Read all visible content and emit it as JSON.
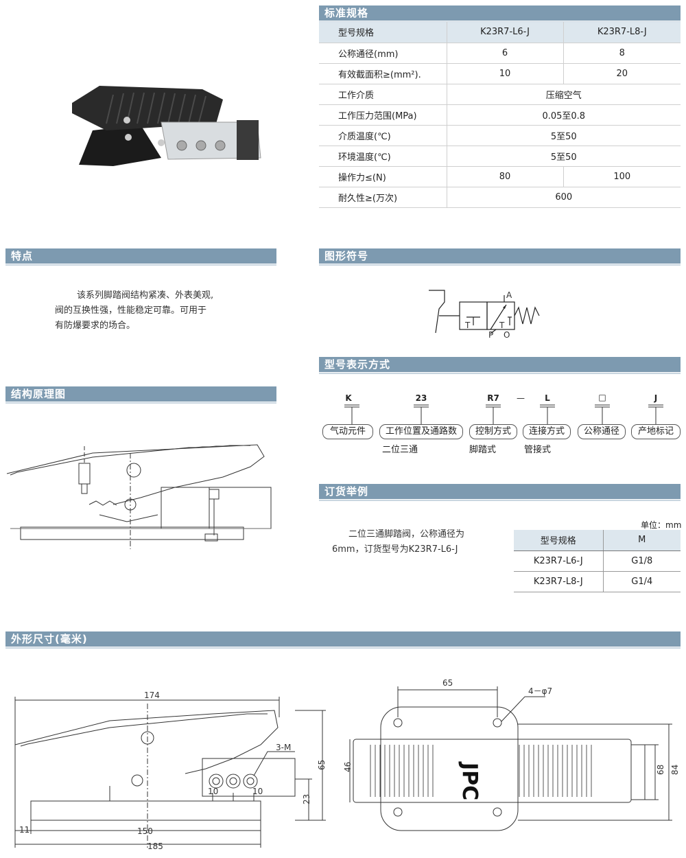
{
  "sections": {
    "spec": "标准规格",
    "features": "特点",
    "symbol": "图形符号",
    "structure": "结构原理图",
    "model_code": "型号表示方式",
    "ordering": "订货举例",
    "dimensions": "外形尺寸(毫米)"
  },
  "spec": {
    "header": {
      "label": "型号规格",
      "col1": "K23R7-L6-J",
      "col2": "K23R7-L8-J"
    },
    "rows": [
      {
        "label": "公称通径(mm)",
        "v1": "6",
        "v2": "8"
      },
      {
        "label": "有效截面积≥(mm²).",
        "v1": "10",
        "v2": "20"
      },
      {
        "label": "工作介质",
        "v": "压缩空气"
      },
      {
        "label": "工作压力范围(MPa)",
        "v": "0.05至0.8"
      },
      {
        "label": "介质温度(℃)",
        "v": "5至50"
      },
      {
        "label": "环境温度(℃)",
        "v": "5至50"
      },
      {
        "label": "操作力≤(N)",
        "v1": "80",
        "v2": "100"
      },
      {
        "label": "耐久性≥(万次)",
        "v": "600"
      }
    ]
  },
  "features": {
    "line1": "该系列脚踏阀结构紧凑、外表美观,",
    "line2": "阀的互换性强，性能稳定可靠。可用于",
    "line3": "有防爆要求的场合。"
  },
  "symbol": {
    "port_a": "A",
    "port_p": "P",
    "port_o": "O",
    "port_t1": "T",
    "port_t2": "T"
  },
  "model_code": {
    "codes": [
      "K",
      "23",
      "R7",
      "L",
      "□",
      "J"
    ],
    "dash": "—",
    "labels": [
      "气动元件",
      "工作位置及通路数",
      "控制方式",
      "连接方式",
      "公称通径",
      "产地标记"
    ],
    "notes": [
      "二位三通",
      "脚踏式",
      "管接式"
    ]
  },
  "ordering": {
    "line1": "二位三通脚踏阀，公称通径为",
    "line2": "6mm，订货型号为K23R7-L6-J",
    "unit": "单位：mm",
    "header": {
      "c1": "型号规格",
      "c2": "M"
    },
    "rows": [
      {
        "c1": "K23R7-L6-J",
        "c2": "G1/8"
      },
      {
        "c1": "K23R7-L8-J",
        "c2": "G1/4"
      }
    ]
  },
  "dims": {
    "d174": "174",
    "d65": "65",
    "d23": "23",
    "d3m": "3-M",
    "d10a": "10",
    "d10b": "10",
    "d11": "11",
    "d150": "150",
    "d185": "185",
    "t65": "65",
    "t4phi7": "4－φ7",
    "t46": "46",
    "t68": "68",
    "t84": "84",
    "logo": "JPC"
  },
  "colors": {
    "header_bar": "#7d9ab0",
    "table_header": "#dde7ee",
    "line": "#cfcfcf"
  }
}
